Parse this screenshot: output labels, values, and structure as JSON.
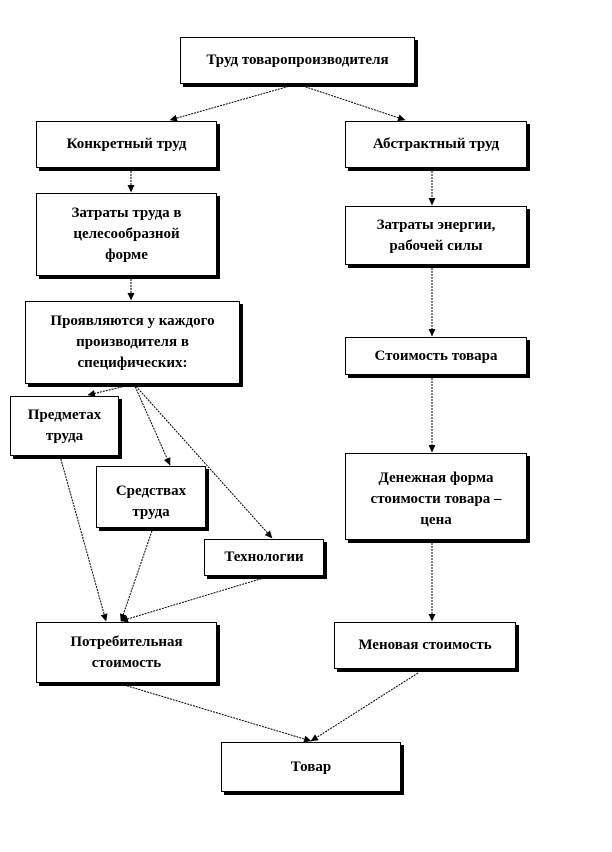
{
  "nodes": {
    "labor": "Труд товаропроизводителя",
    "concrete": "Конкретный труд",
    "abstract": "Абстрактный труд",
    "costs_purposeful": "Затраты труда в\nцелесообразной\nформе",
    "costs_energy": "Затраты энергии,\nрабочей силы",
    "manifest": "Проявляются у каждого\nпроизводителя в\nспецифических:",
    "value": "Стоимость товара",
    "objects": "Предметах\nтруда",
    "means": "Средствах\nтруда",
    "technology": "Технологии",
    "money_form": "Денежная форма\nстоимости товара –\nцена",
    "use_value": "Потребительная\nстоимость",
    "exchange_value": "Меновая стоимость",
    "goods": "Товар"
  },
  "edges": [
    [
      "labor",
      "concrete"
    ],
    [
      "labor",
      "abstract"
    ],
    [
      "concrete",
      "costs_purposeful"
    ],
    [
      "costs_purposeful",
      "manifest"
    ],
    [
      "manifest",
      "objects"
    ],
    [
      "manifest",
      "means"
    ],
    [
      "manifest",
      "technology"
    ],
    [
      "objects",
      "use_value"
    ],
    [
      "means",
      "use_value"
    ],
    [
      "technology",
      "use_value"
    ],
    [
      "abstract",
      "costs_energy"
    ],
    [
      "costs_energy",
      "value"
    ],
    [
      "value",
      "money_form"
    ],
    [
      "money_form",
      "exchange_value"
    ],
    [
      "use_value",
      "goods"
    ],
    [
      "exchange_value",
      "goods"
    ]
  ],
  "style": {
    "line_color": "#000000",
    "box_border": "#000000",
    "background": "#ffffff"
  }
}
